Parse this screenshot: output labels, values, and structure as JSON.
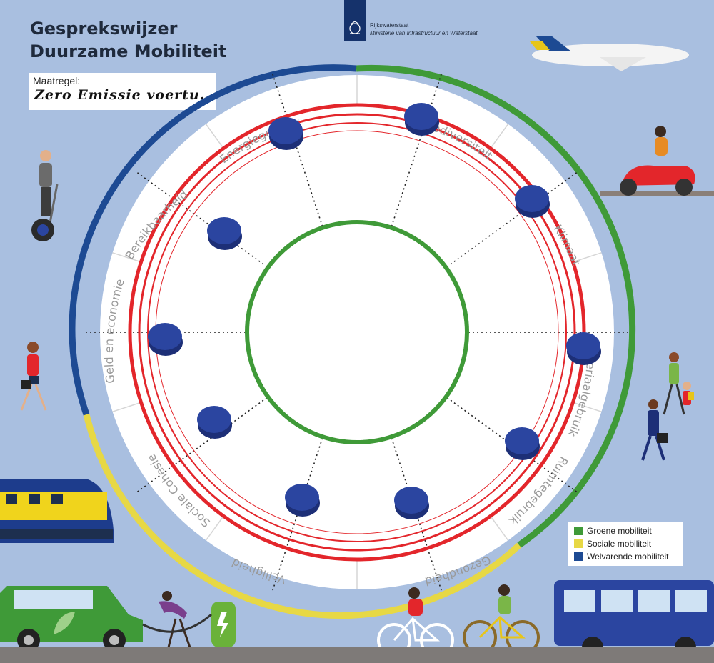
{
  "title": {
    "line1": "Gesprekswijzer",
    "line2": "Duurzame Mobiliteit"
  },
  "logo": {
    "org": "Rijkswaterstaat",
    "ministry": "Ministerie van Infrastructuur en Waterstaat"
  },
  "measure": {
    "label": "Maatregel:",
    "value": "Zero Emissie voertu."
  },
  "segments": [
    "Energiegebruik",
    "Biodiversiteit",
    "Klimaat",
    "Materiaalgebruik",
    "Ruimtegebruik",
    "Gezondheid",
    "Veiligheid",
    "Sociale Cohesie",
    "Geld en economie",
    "Bereikbaarheid"
  ],
  "legend": [
    {
      "label": "Groene mobiliteit",
      "color": "#3f9a38"
    },
    {
      "label": "Sociale mobiliteit",
      "color": "#e7d845"
    },
    {
      "label": "Welvarende mobiliteit",
      "color": "#1d4a93"
    }
  ],
  "colors": {
    "green": "#3f9a38",
    "yellow": "#e7d845",
    "blue": "#1d4a93",
    "red": "#e3262b",
    "background": "#a9bfe0",
    "token": "#2b45a0"
  },
  "icons": [
    "airplane-icon",
    "scooter-icon",
    "segway-rider-icon",
    "walking-woman-icon",
    "family-walking-icon",
    "businessman-icon",
    "train-icon",
    "electric-car-icon",
    "charging-station-icon",
    "cyclists-icon",
    "bus-icon"
  ]
}
